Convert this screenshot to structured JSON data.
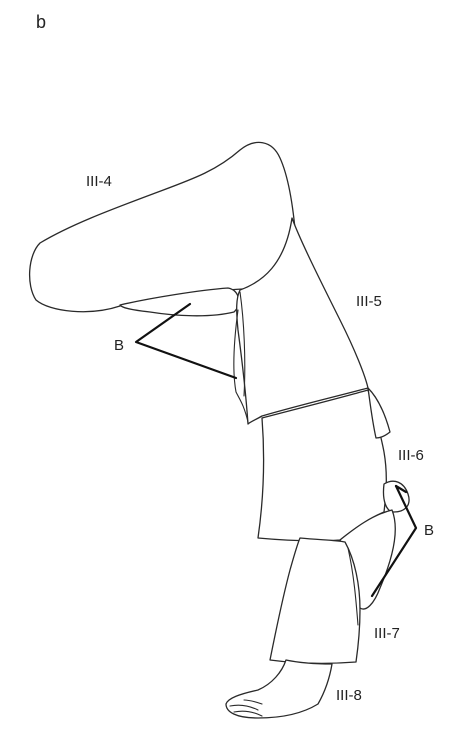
{
  "figure": {
    "panel_label": "b",
    "labels": {
      "segment_1": "III-4",
      "segment_2": "III-5",
      "segment_3": "III-6",
      "segment_4": "III-7",
      "segment_5": "III-8",
      "marker_upper": "B",
      "marker_lower": "B"
    }
  }
}
